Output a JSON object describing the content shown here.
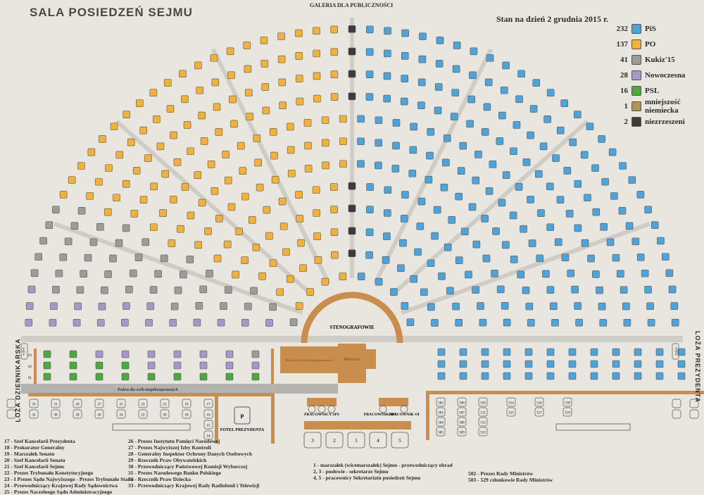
{
  "header": {
    "title": "SALA POSIEDZEŃ SEJMU",
    "gallery": "GALERIA DLA PUBLICZNOŚCI",
    "date": "Stan na dzień 2 grudnia 2015 r."
  },
  "legend": [
    {
      "code": "pis",
      "count": "232",
      "name": "PiS",
      "color": "#4fa3d9"
    },
    {
      "code": "po",
      "count": "137",
      "name": "PO",
      "color": "#f2b13b"
    },
    {
      "code": "kukiz",
      "count": "41",
      "name": "Kukiz'15",
      "color": "#9e9c99"
    },
    {
      "code": "n",
      "count": "28",
      "name": "Nowoczesna",
      "color": "#a697c8"
    },
    {
      "code": "psl",
      "count": "16",
      "name": "PSL",
      "color": "#4caa3c"
    },
    {
      "code": "mn",
      "count": "1",
      "name": "mniejszość niemiecka",
      "color": "#b49250"
    },
    {
      "code": "nz",
      "count": "2",
      "name": "niezrzeszeni",
      "color": "#3d3b39"
    }
  ],
  "hemicycle_order": [
    "psl",
    "n",
    "kukiz",
    "po",
    "mn",
    "nz",
    "pis"
  ],
  "left_block_rows": [
    {
      "row": "63",
      "seats": [
        "psl",
        "psl",
        "n",
        "n",
        "n",
        "n",
        "n",
        "n",
        "kukiz"
      ]
    },
    {
      "row": "62",
      "seats": [
        "psl",
        "psl",
        "psl",
        "psl",
        "n",
        "n",
        "n",
        "n",
        "n"
      ]
    },
    {
      "row": "61",
      "seats": [
        "psl",
        "psl",
        "psl",
        "psl",
        "psl",
        "psl",
        "psl",
        "psl",
        "psl"
      ]
    }
  ],
  "side": {
    "left": "LOŻA DZIENNIKARSKA",
    "right": "LOŻA PREZYDENTA"
  },
  "labels": {
    "exit": "wyjście",
    "stenographers": "STENOGRAFOWIE",
    "rostrum": "Mównica",
    "disabled_place": "Miejsce dla osób niepełnosprawnych",
    "ramp": "Podest dla osób niepełnosprawnych",
    "president_seat_letter": "P",
    "president_seat": "FOTEL PREZYDENTA",
    "staff_sps": "PRACOWNICY SPS",
    "staff_sps_one": "PRACOWNIK SPS",
    "staff_oi": "PRACOWNIK OI"
  },
  "presidium": [
    "3",
    "2",
    "1",
    "4",
    "5"
  ],
  "guest_seats_top": [
    "33",
    "31",
    "29",
    "27",
    "25",
    "23",
    "21",
    "19",
    "17"
  ],
  "guest_seats_bottom": [
    "32",
    "30",
    "28",
    "26",
    "24",
    "22",
    "20",
    "18",
    "16"
  ],
  "guest_seats_extra": [
    "15",
    "14"
  ],
  "government_seats": [
    [
      "502",
      "503",
      "504",
      "505"
    ],
    [
      "506",
      "507",
      "508",
      "509"
    ],
    [
      "510",
      "511",
      "512",
      "513"
    ],
    [
      "514",
      "515"
    ],
    [
      "516",
      "517"
    ],
    [
      "518",
      "519"
    ]
  ],
  "notes_left": [
    "17 - Szef Kancelarii Prezydenta",
    "18 - Prokurator Generalny",
    "19 - Marszałek Senatu",
    "20 - Szef Kancelarii Senatu",
    "21 - Szef Kancelarii Sejmu",
    "22 - Prezes Trybunału Konstytucyjnego",
    "23 - I Prezes Sądu Najwyższego - Prezes Trybunału Stanu",
    "24 - Przewodniczący Krajowej Rady Sądownictwa",
    "25 - Prezes Naczelnego Sądu Administracyjnego"
  ],
  "notes_middle": [
    "26 - Prezes Instytutu Pamięci Narodowej",
    "27 - Prezes Najwyższej Izby Kontroli",
    "28 - Generalny Inspektor Ochrony Danych Osobowych",
    "29 - Rzecznik Praw Obywatelskich",
    "30 - Przewodniczący Państwowej Komisji Wyborczej",
    "31 - Prezes Narodowego Banku Polskiego",
    "32 - Rzecznik Praw Dziecka",
    "33 - Przewodniczący Krajowej Rady Radiofonii i Telewizji"
  ],
  "notes_presidium": [
    "1 - marszałek (wicemarszałek) Sejmu - przewodniczący obrad",
    "2, 3 - posłowie - sekretarze Sejmu",
    "4, 5 - pracownicy Sekretariatu posiedzeń Sejmu"
  ],
  "notes_government": [
    "502 - Prezes Rady Ministrów",
    "503 - 529 członkowie Rady Ministrów"
  ]
}
